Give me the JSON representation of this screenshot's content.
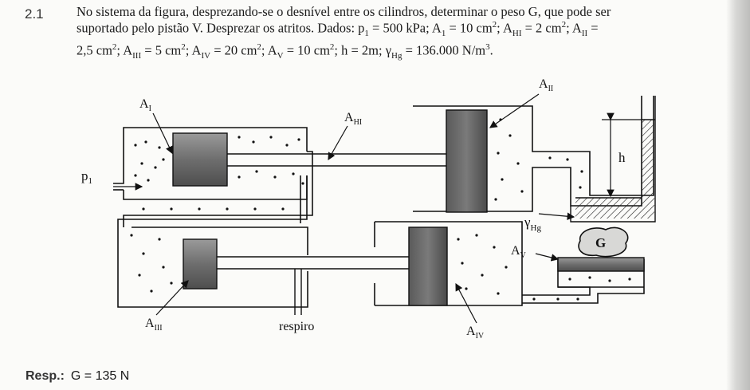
{
  "problem": {
    "number": "2.1",
    "line1": "No sistema da figura, desprezando-se o desnível entre os cilindros, determinar o peso G, que pode ser",
    "line2": "suportado pelo pistão V. Desprezar os atritos. Dados: p",
    "line3_start": "2,5 cm",
    "sub_1": "1",
    "sub_HI": "HI",
    "sub_II": "II",
    "sub_III": "III",
    "sub_IV": "IV",
    "sub_V": "V",
    "sub_Hg": "Hg",
    "sup_2": "2",
    "sup_3": "3",
    "txt_p1_val": " = 500 kPa; A",
    "txt_a1_val": " = 10 cm",
    "txt_semi_a": "; A",
    "txt_ahi_val": " = 2 cm",
    "txt_aii_val": " =",
    "txt_aiii_val": " = 5 cm",
    "txt_aiv_val": " = 20 cm",
    "txt_av_val": " = 10 cm",
    "txt_h": "; h = 2m; γ",
    "txt_gamma_val": " = 136.000 N/m",
    "txt_end": "."
  },
  "figure": {
    "labels": {
      "A": "A",
      "sub_I": "I",
      "sub_HI": "HI",
      "sub_II": "II",
      "sub_III": "III",
      "sub_IV": "IV",
      "sub_V": "V",
      "sub_Hg": "Hg",
      "p": "p",
      "sub_1": "1",
      "h": "h",
      "gamma": "γ",
      "G": "G",
      "respiro": "respiro"
    }
  },
  "answer": {
    "label": "Resp.:",
    "value": "G = 135 N"
  }
}
